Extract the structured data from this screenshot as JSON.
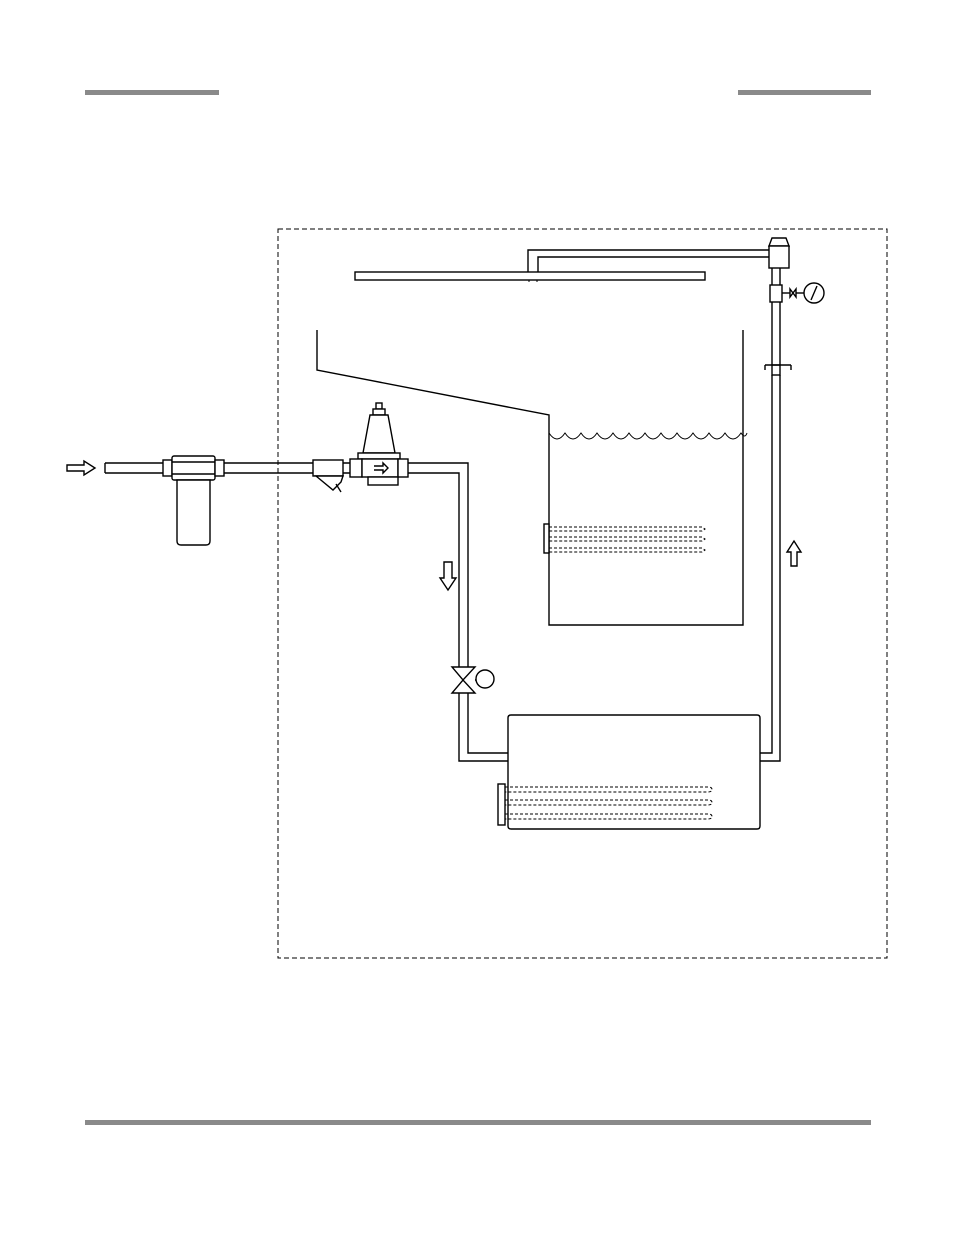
{
  "page": {
    "header_rule_color": "#8a8a8a",
    "footer_rule_color": "#8a8a8a",
    "line_color": "#000000"
  },
  "diagram": {
    "components": [
      "inlet-arrow-icon",
      "water-filter",
      "y-strainer",
      "pressure-reducing-valve",
      "solenoid-valve",
      "booster-heater",
      "wash-tank",
      "spray-manifold",
      "pressure-gauge-icon",
      "vacuum-breaker"
    ],
    "flow_arrows": [
      "inlet-arrow-icon",
      "down-flow-arrow-icon",
      "up-flow-arrow-icon"
    ]
  }
}
